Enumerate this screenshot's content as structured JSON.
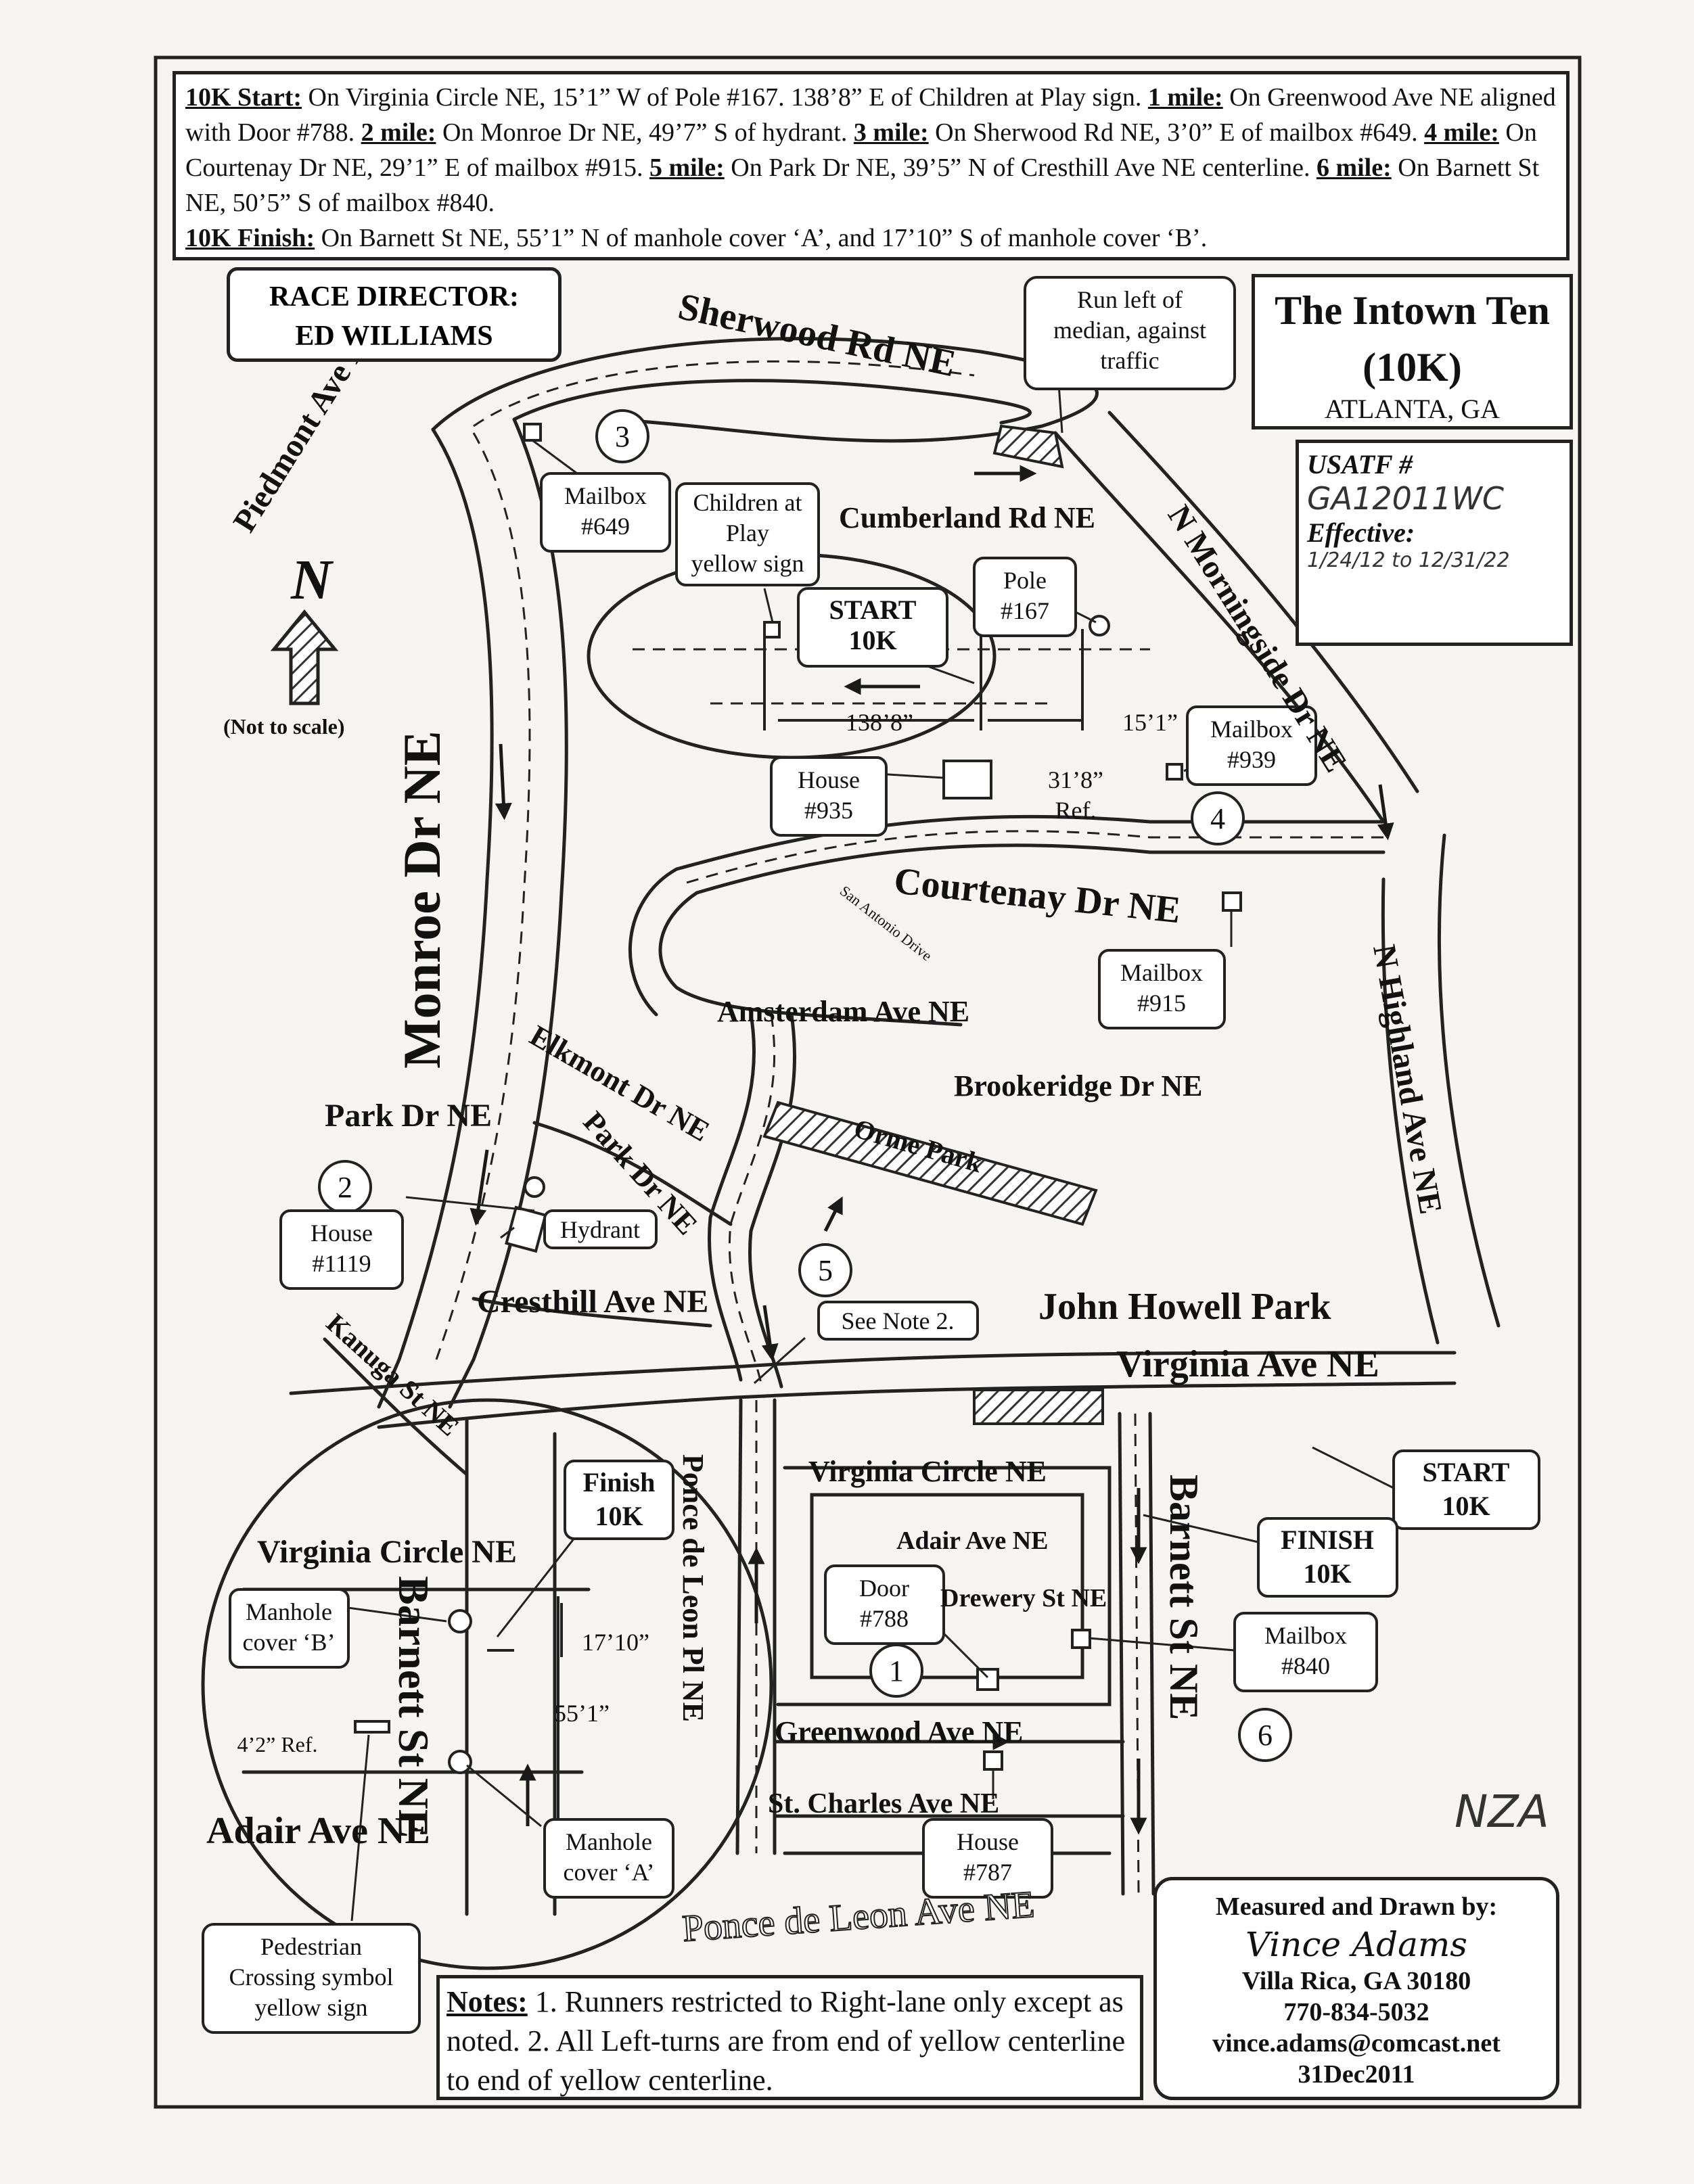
{
  "header": {
    "start_label": "10K Start:",
    "start_text": " On Virginia Circle NE, 15’1” W of Pole #167. 138’8” E of Children at Play sign. ",
    "mile1_label": "1 mile:",
    "mile1_text": " On Greenwood Ave NE aligned with Door #788. ",
    "mile2_label": "2 mile:",
    "mile2_text": " On Monroe Dr NE, 49’7” S of hydrant. ",
    "mile3_label": "3 mile:",
    "mile3_text": " On Sherwood Rd NE, 3’0” E of mailbox #649. ",
    "mile4_label": "4 mile:",
    "mile4_text": " On Courtenay Dr NE, 29’1” E of mailbox #915. ",
    "mile5_label": "5 mile:",
    "mile5_text": " On Park Dr NE, 39’5” N of Cresthill Ave NE centerline. ",
    "mile6_label": "6 mile:",
    "mile6_text": " On Barnett St NE, 50’5” S of mailbox #840.",
    "finish_label": "10K Finish:",
    "finish_text": " On Barnett St NE, 55’1” N of manhole cover ‘A’, and 17’10” S of manhole cover ‘B’."
  },
  "title": {
    "line1": "The Intown Ten",
    "line2": "(10K)",
    "line3": "ATLANTA, GA"
  },
  "usatf": {
    "label": "USATF #",
    "code": "GA12011WC",
    "effective_label": "Effective:",
    "effective_value": "1/24/12 to 12/31/22"
  },
  "director": {
    "line1": "RACE DIRECTOR:",
    "line2": "ED WILLIAMS"
  },
  "north": {
    "letter": "N",
    "scale": "(Not to scale)"
  },
  "streets": {
    "sherwood": "Sherwood Rd NE",
    "piedmont": "Piedmont Ave NE",
    "cumberland": "Cumberland Rd NE",
    "morningside": "N Morningside Dr NE",
    "monroe": "Monroe Dr NE",
    "courtenay": "Courtenay Dr NE",
    "san_antonio": "San Antonio Drive",
    "amsterdam": "Amsterdam Ave NE",
    "elkmont": "Elkmont Dr NE",
    "brookeridge": "Brookeridge Dr NE",
    "orme": "Orme Park",
    "park_dr_a": "Park Dr NE",
    "park_dr_b": "Park Dr NE",
    "highland": "N Highland Ave NE",
    "cresthill": "Cresthill Ave NE",
    "howell": "John Howell Park",
    "virginia_ave": "Virginia Ave NE",
    "kanuga": "Kanuga St NE",
    "ponce_pl": "Ponce de Leon Pl NE",
    "virginia_circle": "Virginia Circle NE",
    "adair": "Adair Ave NE",
    "drewery": "Drewery St NE",
    "barnett": "Barnett St NE",
    "greenwood": "Greenwood Ave NE",
    "st_charles": "St. Charles Ave NE",
    "ponce_ave": "Ponce de Leon Ave NE",
    "inset_virginia_circle": "Virginia Circle NE",
    "inset_barnett": "Barnett St NE",
    "inset_adair": "Adair Ave NE"
  },
  "callouts": {
    "run_left": [
      "Run left of",
      "median, against",
      "traffic"
    ],
    "mailbox649": [
      "Mailbox",
      "#649"
    ],
    "children": [
      "Children at",
      "Play",
      "yellow sign"
    ],
    "pole": [
      "Pole",
      "#167"
    ],
    "start": [
      "START",
      "10K"
    ],
    "house935": [
      "House",
      "#935"
    ],
    "ref318": [
      "31’8”",
      "Ref."
    ],
    "mailbox939": [
      "Mailbox",
      "#939"
    ],
    "mailbox915": [
      "Mailbox",
      "#915"
    ],
    "house1119": [
      "House",
      "#1119"
    ],
    "hydrant": "Hydrant",
    "see_note2": "See Note 2.",
    "start2": [
      "START",
      "10K"
    ],
    "finish2": [
      "FINISH",
      "10K"
    ],
    "finish_inset": [
      "Finish",
      "10K"
    ],
    "mailbox840": [
      "Mailbox",
      "#840"
    ],
    "door788": [
      "Door",
      "#788"
    ],
    "house787": [
      "House",
      "#787"
    ],
    "manhole_b": [
      "Manhole",
      "cover ‘B’"
    ],
    "manhole_a": [
      "Manhole",
      "cover ‘A’"
    ],
    "pedestrian": [
      "Pedestrian",
      "Crossing symbol",
      "yellow sign"
    ],
    "dist_138": "138’8”",
    "dist_151": "15’1”",
    "dist_1710": "17’10”",
    "dist_551": "55’1”",
    "dist_42": "4’2” Ref."
  },
  "mile_markers": [
    "1",
    "2",
    "3",
    "4",
    "5",
    "6"
  ],
  "notes": {
    "label": "Notes:",
    "text": " 1. Runners restricted to Right-lane only except as noted. 2. All Left-turns are from end of yellow centerline to end of yellow centerline."
  },
  "credit": {
    "heading": "Measured and Drawn by:",
    "name": "Vince Adams",
    "city": "Villa Rica, GA 30180",
    "phone": "770-834-5032",
    "email": "vince.adams@comcast.net",
    "date": "31Dec2011"
  },
  "initials": "NZA",
  "colors": {
    "ink": "#1a1a1a",
    "paper": "#f6f5f1",
    "hatch": "#555555"
  }
}
